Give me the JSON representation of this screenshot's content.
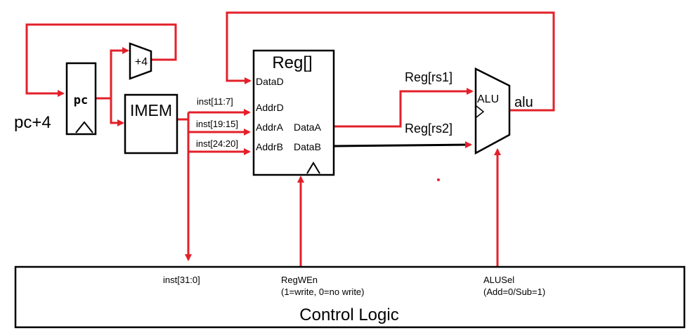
{
  "blocks": {
    "pc": "pc",
    "imem": "IMEM",
    "reg_title": "Reg[]",
    "adder": "+4",
    "alu": "ALU",
    "control": "Control Logic"
  },
  "reg_ports": {
    "data_d": "DataD",
    "addr_d": "AddrD",
    "addr_a": "AddrA",
    "addr_b": "AddrB",
    "data_a": "DataA",
    "data_b": "DataB"
  },
  "signals": {
    "pc_plus_4": "pc+4",
    "inst_11_7": "inst[11:7]",
    "inst_19_15": "inst[19:15]",
    "inst_24_20": "inst[24:20]",
    "inst_31_0": "inst[31:0]",
    "reg_rs1": "Reg[rs1]",
    "reg_rs2": "Reg[rs2]",
    "alu_out": "alu",
    "reg_wen": "RegWEn",
    "reg_wen_desc": "(1=write, 0=no write)",
    "alu_sel": "ALUSel",
    "alu_sel_desc": "(Add=0/Sub=1)"
  },
  "colors": {
    "wire": "#e3202a",
    "outline": "#000000",
    "background": "#ffffff"
  }
}
